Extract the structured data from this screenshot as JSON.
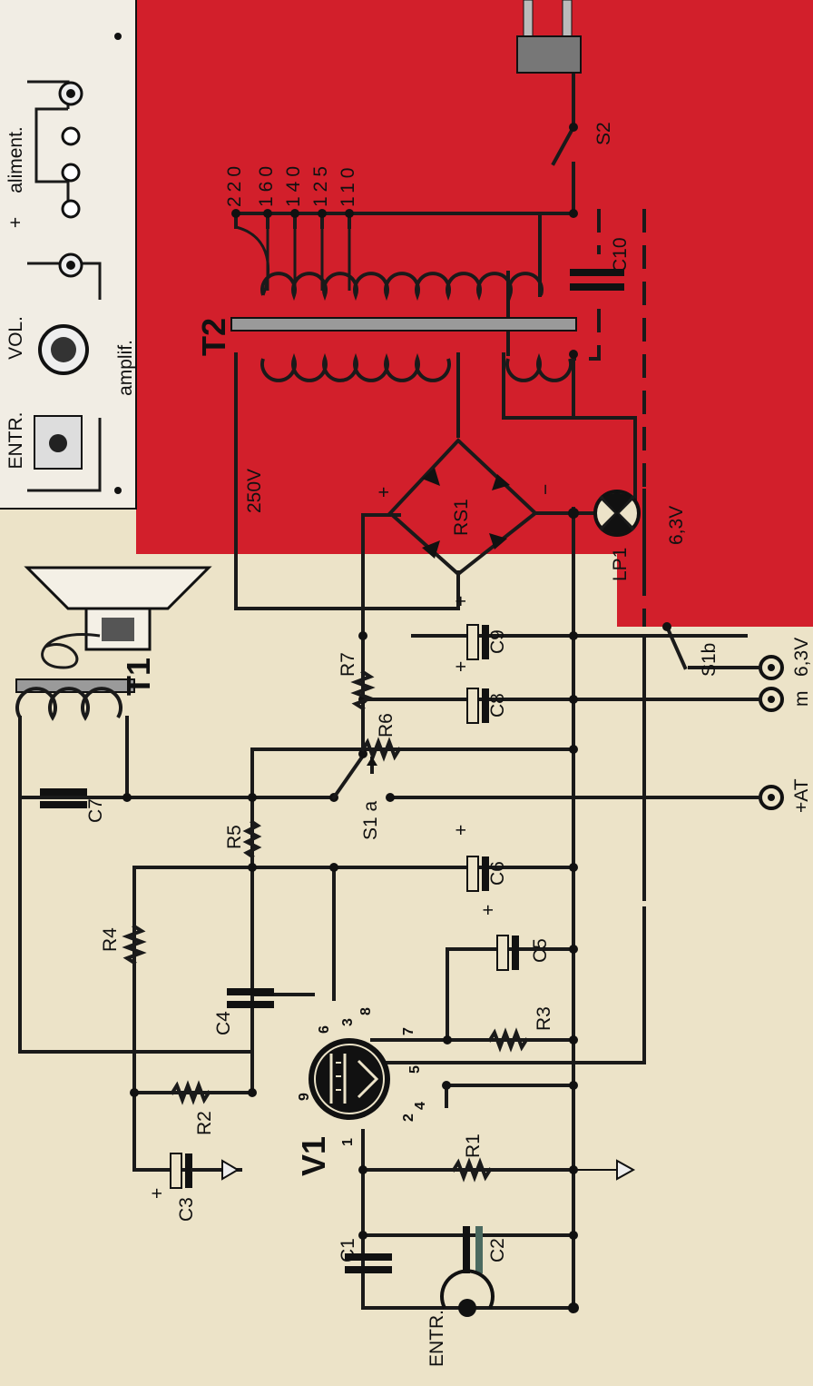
{
  "panel": {
    "aliment": "aliment.",
    "amplif": "amplif.",
    "vol": "VOL.",
    "entr": "ENTR."
  },
  "labels": {
    "T1": "T1",
    "T2": "T2",
    "V1": "V1",
    "C1": "C1",
    "C2": "C2",
    "C3": "C3",
    "C4": "C4",
    "C5": "C5",
    "C6": "C6",
    "C7": "C7",
    "C8": "C8",
    "C9": "C9",
    "C10": "C10",
    "R1": "R1",
    "R2": "R2",
    "R3": "R3",
    "R4": "R4",
    "R5": "R5",
    "R6": "R6",
    "R7": "R7",
    "RS1": "RS1",
    "LP1": "LP1",
    "S1a": "S1 a",
    "S1b": "S1b",
    "S2": "S2",
    "entr": "ENTR.",
    "v250": "250V",
    "v63a": "6,3V",
    "v63b": "6,3V",
    "m": "m",
    "at": "+AT",
    "plus": "+",
    "minus": "−"
  },
  "taps": [
    "220",
    "160",
    "140",
    "125",
    "110"
  ],
  "pins": [
    "1",
    "2",
    "3",
    "4",
    "5",
    "6",
    "7",
    "8",
    "9"
  ],
  "colors": {
    "red": "#d21f2b",
    "paper": "#ece3c8",
    "ink": "#1a1a1a"
  }
}
